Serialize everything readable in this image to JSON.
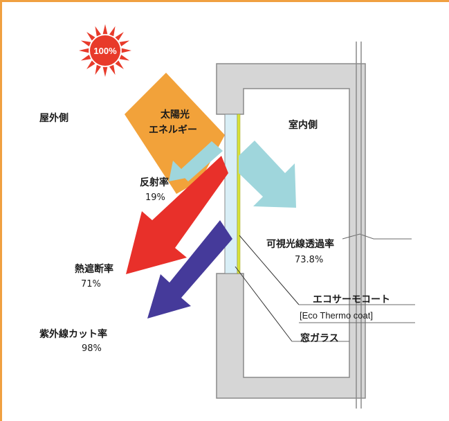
{
  "sun": {
    "percent": "100%"
  },
  "labels": {
    "outdoor": "屋外側",
    "indoor": "室内側",
    "solar_energy_line1": "太陽光",
    "solar_energy_line2": "エネルギー",
    "reflectance": "反射率",
    "reflectance_value": "19%",
    "visible_transmittance": "可視光線透過率",
    "visible_transmittance_value": "73.8%",
    "heat_shielding": "熱遮断率",
    "heat_shielding_value": "71%",
    "uv_cut": "紫外線カット率",
    "uv_cut_value": "98%",
    "coating_jp": "エコサーモコート",
    "coating_en": "[Eco Thermo coat]",
    "window_glass": "窓ガラス"
  },
  "colors": {
    "frame_border": "#f0a040",
    "sun": "#e83a2a",
    "solar_arrow": "#f2a23a",
    "reflect_arrow": "#9fd6dc",
    "visible_arrow": "#9fd6dc",
    "heat_arrow": "#e8302a",
    "uv_arrow": "#453a9a",
    "wall": "#d6d6d6",
    "glass": "#d8eef6",
    "coating": "#d8e23a"
  }
}
